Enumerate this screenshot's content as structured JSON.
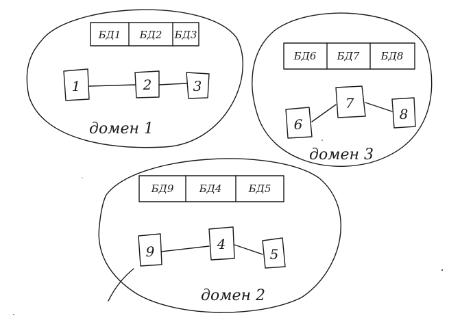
{
  "domains": [
    {
      "label": "домен 1",
      "databases": [
        "БД1",
        "БД2",
        "БД3"
      ],
      "nodes": [
        "1",
        "2",
        "3"
      ]
    },
    {
      "label": "домен 3",
      "databases": [
        "БД6",
        "БД7",
        "БД8"
      ],
      "nodes": [
        "6",
        "7",
        "8"
      ]
    },
    {
      "label": "домен 2",
      "databases": [
        "БД9",
        "БД4",
        "БД5"
      ],
      "nodes": [
        "9",
        "4",
        "5"
      ]
    }
  ]
}
